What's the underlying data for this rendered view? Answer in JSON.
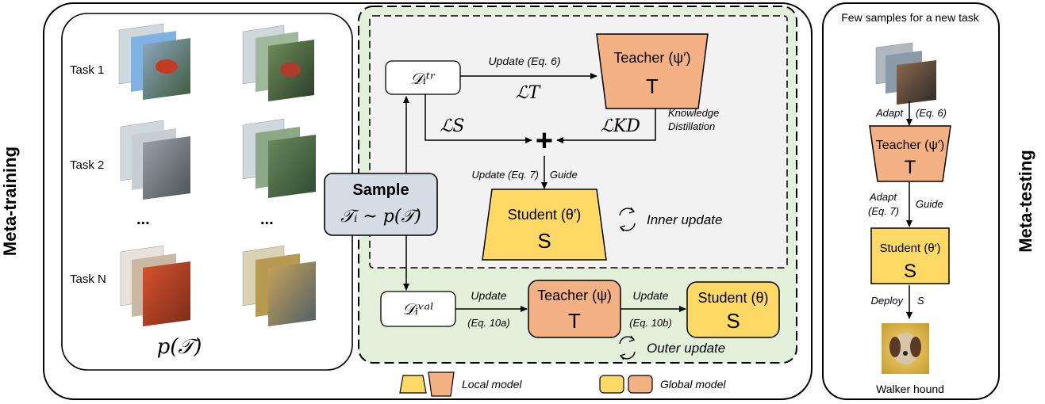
{
  "side_labels": {
    "left": "Meta-training",
    "right": "Meta-testing"
  },
  "task_panel": {
    "tasks": [
      "Task 1",
      "Task 2",
      "...",
      "Task N"
    ],
    "dots_right": "...",
    "distribution": "p(𝒯)"
  },
  "sample_box": {
    "title": "Sample",
    "formula": "𝒯ᵢ ~ p(𝒯)"
  },
  "inner_loop": {
    "d_train": "𝒟ᵢᵗʳ",
    "update_eq6": "Update (Eq. 6)",
    "loss_t": "ℒT",
    "loss_s": "ℒS",
    "loss_kd": "ℒKD",
    "kd_label_line1": "Knowledge",
    "kd_label_line2": "Distillation",
    "plus": "+",
    "update_eq7": "Update (Eq. 7)",
    "guide": "Guide",
    "inner_update": "Inner update",
    "teacher_title": "Teacher (ψ′)",
    "teacher_letter": "T",
    "student_title": "Student (θ′)",
    "student_letter": "S"
  },
  "outer_loop": {
    "d_val": "𝒟ᵢᵛᵃˡ",
    "update1": "Update",
    "eq10a": "(Eq. 10a)",
    "update2": "Update",
    "eq10b": "(Eq. 10b)",
    "teacher_title": "Teacher (ψ)",
    "teacher_letter": "T",
    "student_title": "Student (θ)",
    "student_letter": "S",
    "outer_update": "Outer update"
  },
  "legend": {
    "local": "Local model",
    "global": "Global model"
  },
  "meta_testing": {
    "title": "Few samples for a new task",
    "adapt1": "Adapt",
    "eq6": "(Eq. 6)",
    "teacher_title": "Teacher (ψ′)",
    "teacher_letter": "T",
    "adapt2": "Adapt",
    "eq7": "(Eq. 7)",
    "guide": "Guide",
    "student_title": "Student (θ′)",
    "student_letter": "S",
    "deploy": "Deploy",
    "s": "S",
    "result": "Walker hound"
  },
  "colors": {
    "teacher": "#f4b183",
    "student": "#ffd966",
    "green_bg": "#e2efda",
    "gray_bg": "#f2f2f2",
    "sample_bg": "#d6dce5"
  }
}
